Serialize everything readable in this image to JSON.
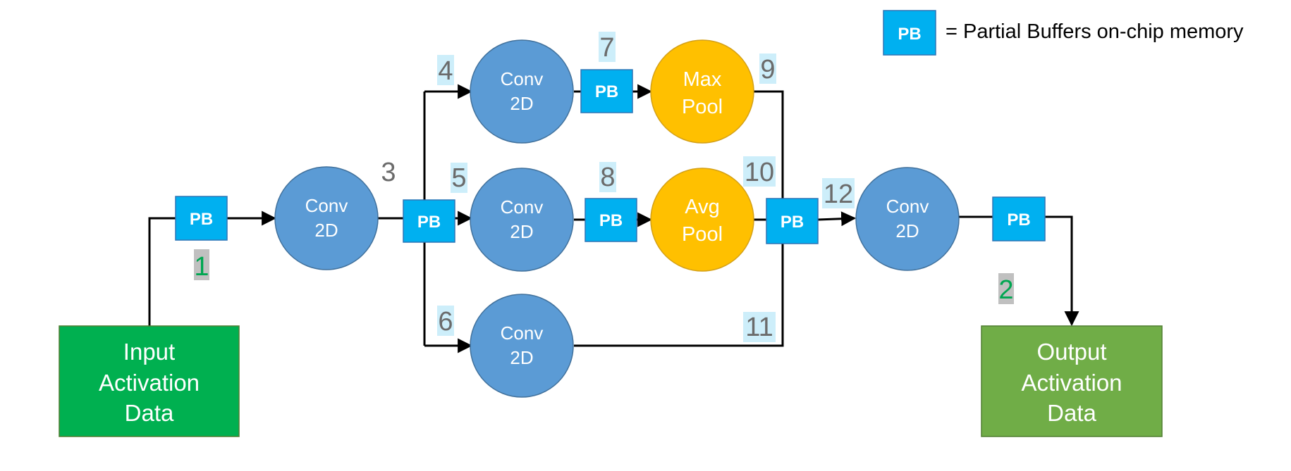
{
  "colors": {
    "conv": "#5b9bd5",
    "conv_stroke": "#41719c",
    "pool": "#ffc000",
    "pool_stroke": "#d4a017",
    "pb": "#00b0f0",
    "pb_stroke": "#2e75b6",
    "input": "#00b050",
    "output": "#70ad47",
    "io_stroke": "#507e32",
    "label_bg_blue": "#cdeefa",
    "label_bg_gray": "#c0c0c0",
    "label_gray": "#6b6b6b",
    "label_green": "#00a651",
    "line": "#000000"
  },
  "legend": {
    "pb_label": "PB",
    "text": "= Partial Buffers on-chip memory"
  },
  "input_box": {
    "lines": [
      "Input",
      "Activation",
      "Data"
    ]
  },
  "output_box": {
    "lines": [
      "Output",
      "Activation",
      "Data"
    ]
  },
  "conv_nodes": [
    {
      "line1": "Conv",
      "line2": "2D"
    },
    {
      "line1": "Conv",
      "line2": "2D"
    },
    {
      "line1": "Conv",
      "line2": "2D"
    },
    {
      "line1": "Conv",
      "line2": "2D"
    },
    {
      "line1": "Conv",
      "line2": "2D"
    }
  ],
  "pool_nodes": [
    {
      "line1": "Max",
      "line2": "Pool"
    },
    {
      "line1": "Avg",
      "line2": "Pool"
    }
  ],
  "pb_label": "PB",
  "numbers": [
    "1",
    "2",
    "3",
    "4",
    "5",
    "6",
    "7",
    "8",
    "9",
    "10",
    "11",
    "12"
  ]
}
